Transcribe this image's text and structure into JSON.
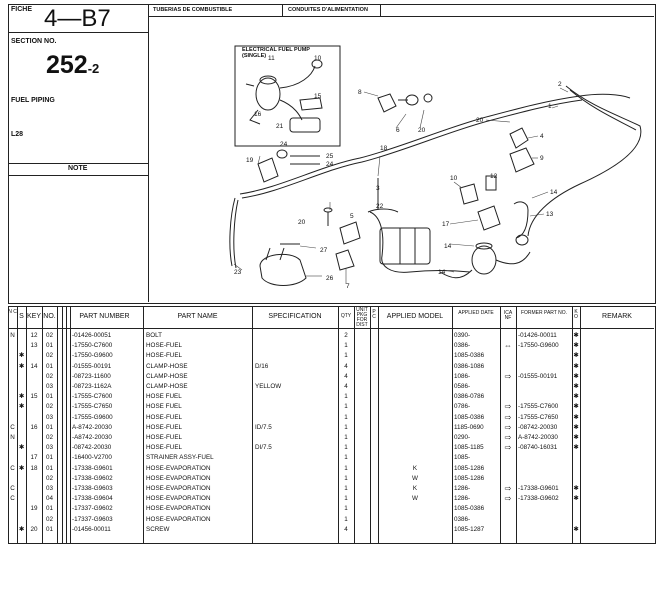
{
  "header": {
    "fiche_label": "FICHE",
    "fiche_number": "4—B7",
    "section_label": "SECTION NO.",
    "section_number": "252",
    "section_suffix": "-2",
    "title": "FUEL PIPING",
    "model": "L28",
    "note_label": "NOTE",
    "spanish_title": "TUBERIAS DE COMBUSTIBLE",
    "french_title": "CONDUITES D'ALIMENTATION"
  },
  "diagram": {
    "inset_title_line1": "ELECTRICAL FUEL PUMP",
    "inset_title_line2": "(SINGLE)",
    "callouts": [
      "1",
      "2",
      "3",
      "4",
      "5",
      "6",
      "7",
      "8",
      "9",
      "10",
      "11",
      "12",
      "13",
      "14",
      "14",
      "14",
      "15",
      "16",
      "17",
      "18",
      "19",
      "20",
      "20",
      "20",
      "21",
      "22",
      "23",
      "24",
      "24",
      "25",
      "26",
      "27"
    ]
  },
  "table": {
    "headers": {
      "nc": "N C",
      "s": "S",
      "key": "KEY",
      "no": "NO.",
      "part_number": "PART NUMBER",
      "part_name": "PART NAME",
      "specification": "SPECIFICATION",
      "qty": "QTY",
      "unit": "UNIT PKG FOR DIST",
      "p": "P C",
      "applied_model": "APPLIED MODEL",
      "applied_date": "APPLIED DATE",
      "ica": "ICA NF",
      "former": "FORMER PART NO.",
      "k": "K O",
      "remark": "REMARK"
    },
    "rows": [
      {
        "nc": "N",
        "s": "",
        "key": "12",
        "no": "02",
        "pn": "-01426-00051",
        "name": "BOLT",
        "spec": "",
        "qty": "2",
        "model": "",
        "date": "0390-",
        "ica": "",
        "former": "-01426-00011",
        "k": "✱"
      },
      {
        "nc": "",
        "s": "",
        "key": "13",
        "no": "01",
        "pn": "-17550-C7600",
        "name": "HOSE-FUEL",
        "spec": "",
        "qty": "1",
        "model": "",
        "date": "0386-",
        "ica": "⇔",
        "former": "-17550-G9600",
        "k": "✱"
      },
      {
        "nc": "",
        "s": "✱",
        "key": "",
        "no": "02",
        "pn": "-17550-G9600",
        "name": "HOSE-FUEL",
        "spec": "",
        "qty": "1",
        "model": "",
        "date": "1085-0386",
        "ica": "",
        "former": "",
        "k": "✱"
      },
      {
        "nc": "",
        "s": "✱",
        "key": "14",
        "no": "01",
        "pn": "-01555-00191",
        "name": "CLAMP-HOSE",
        "spec": "D/16",
        "qty": "4",
        "model": "",
        "date": "0386-1086",
        "ica": "",
        "former": "",
        "k": "✱"
      },
      {
        "nc": "",
        "s": "",
        "key": "",
        "no": "02",
        "pn": "-08723-11600",
        "name": "CLAMP-HOSE",
        "spec": "",
        "qty": "4",
        "model": "",
        "date": "1086-",
        "ica": "⇨",
        "former": "-01555-00191",
        "k": "✱"
      },
      {
        "nc": "",
        "s": "",
        "key": "",
        "no": "03",
        "pn": "-08723-1162A",
        "name": "CLAMP-HOSE",
        "spec": "YELLOW",
        "qty": "4",
        "model": "",
        "date": "0586-",
        "ica": "",
        "former": "",
        "k": "✱"
      },
      {
        "nc": "",
        "s": "✱",
        "key": "15",
        "no": "01",
        "pn": "-17555-C7600",
        "name": "HOSE FUEL",
        "spec": "",
        "qty": "1",
        "model": "",
        "date": "0386-0786",
        "ica": "",
        "former": "",
        "k": "✱"
      },
      {
        "nc": "",
        "s": "✱",
        "key": "",
        "no": "02",
        "pn": "-17555-C7650",
        "name": "HOSE FUEL",
        "spec": "",
        "qty": "1",
        "model": "",
        "date": "0786-",
        "ica": "⇨",
        "former": "-17555-C7600",
        "k": "✱"
      },
      {
        "nc": "",
        "s": "",
        "key": "",
        "no": "03",
        "pn": "-17555-G9600",
        "name": "HOSE-FUEL",
        "spec": "",
        "qty": "1",
        "model": "",
        "date": "1085-0386",
        "ica": "⇨",
        "former": "-17555-C7650",
        "k": "✱"
      },
      {
        "nc": "C",
        "s": "",
        "key": "16",
        "no": "01",
        "pn": "A-8742-20030",
        "name": "HOSE-FUEL",
        "spec": "ID/7.5",
        "qty": "1",
        "model": "",
        "date": "1185-0690",
        "ica": "⇨",
        "former": "-08742-20030",
        "k": "✱"
      },
      {
        "nc": "N",
        "s": "",
        "key": "",
        "no": "02",
        "pn": "-A8742-20030",
        "name": "HOSE-FUEL",
        "spec": "",
        "qty": "1",
        "model": "",
        "date": "0290-",
        "ica": "⇨",
        "former": "A-8742-20030",
        "k": "✱"
      },
      {
        "nc": "",
        "s": "✱",
        "key": "",
        "no": "03",
        "pn": "-08742-20030",
        "name": "HOSE-FUEL",
        "spec": "DI/7.5",
        "qty": "1",
        "model": "",
        "date": "1085-1185",
        "ica": "⇨",
        "former": "-08740-16031",
        "k": "✱"
      },
      {
        "nc": "",
        "s": "",
        "key": "17",
        "no": "01",
        "pn": "-16400-V2700",
        "name": "STRAINER ASSY-FUEL",
        "spec": "",
        "qty": "1",
        "model": "",
        "date": "1085-",
        "ica": "",
        "former": "",
        "k": ""
      },
      {
        "nc": "C",
        "s": "✱",
        "key": "18",
        "no": "01",
        "pn": "-17338-G9601",
        "name": "HOSE-EVAPORATION",
        "spec": "",
        "qty": "1",
        "model": "K",
        "date": "1085-1286",
        "ica": "",
        "former": "",
        "k": ""
      },
      {
        "nc": "",
        "s": "",
        "key": "",
        "no": "02",
        "pn": "-17338-G9602",
        "name": "HOSE-EVAPORATION",
        "spec": "",
        "qty": "1",
        "model": "W",
        "date": "1085-1286",
        "ica": "",
        "former": "",
        "k": ""
      },
      {
        "nc": "C",
        "s": "",
        "key": "",
        "no": "03",
        "pn": "-17338-G9603",
        "name": "HOSE-EVAPORATION",
        "spec": "",
        "qty": "1",
        "model": "K",
        "date": "1286-",
        "ica": "⇨",
        "former": "-17338-G9601",
        "k": "✱"
      },
      {
        "nc": "C",
        "s": "",
        "key": "",
        "no": "04",
        "pn": "-17338-G9604",
        "name": "HOSE-EVAPORATION",
        "spec": "",
        "qty": "1",
        "model": "W",
        "date": "1286-",
        "ica": "⇨",
        "former": "-17338-G9602",
        "k": "✱"
      },
      {
        "nc": "",
        "s": "",
        "key": "19",
        "no": "01",
        "pn": "-17337-G9602",
        "name": "HOSE-EVAPORATION",
        "spec": "",
        "qty": "1",
        "model": "",
        "date": "1085-0386",
        "ica": "",
        "former": "",
        "k": ""
      },
      {
        "nc": "",
        "s": "",
        "key": "",
        "no": "02",
        "pn": "-17337-G9603",
        "name": "HOSE-EVAPORATION",
        "spec": "",
        "qty": "1",
        "model": "",
        "date": "0386-",
        "ica": "",
        "former": "",
        "k": ""
      },
      {
        "nc": "",
        "s": "✱",
        "key": "20",
        "no": "01",
        "pn": "-01456-00011",
        "name": "SCREW",
        "spec": "",
        "qty": "4",
        "model": "",
        "date": "1085-1287",
        "ica": "",
        "former": "",
        "k": "✱"
      }
    ]
  }
}
